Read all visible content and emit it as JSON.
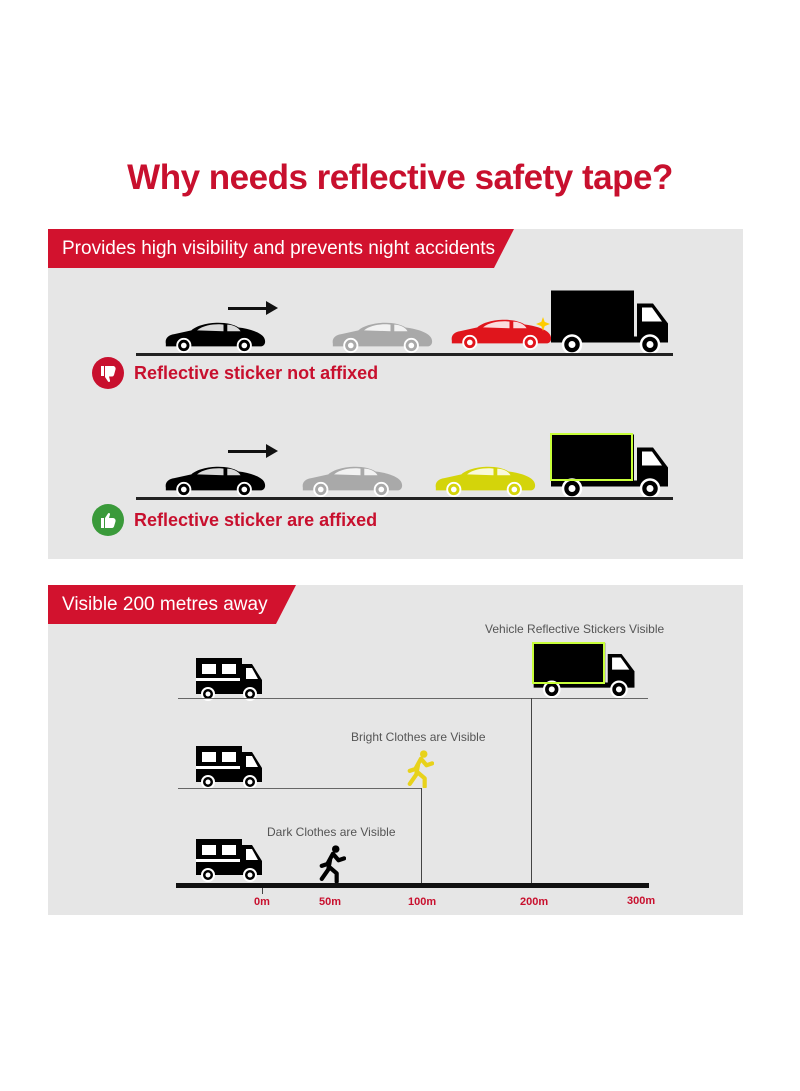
{
  "title": "Why needs reflective safety tape?",
  "section1": {
    "banner": "Provides high visibility and prevents night accidents",
    "bad_caption": "Reflective sticker not affixed",
    "good_caption": "Reflective sticker are affixed",
    "bad_icon": "thumbs-down-icon",
    "good_icon": "thumbs-up-icon"
  },
  "section2": {
    "banner": "Visible 200 metres away",
    "truck_label": "Vehicle Reflective Stickers Visible",
    "bright_label": "Bright Clothes are Visible",
    "dark_label": "Dark Clothes are Visible",
    "ticks": [
      "0m",
      "50m",
      "100m",
      "200m",
      "300m"
    ]
  },
  "colors": {
    "brand_red": "#c8102e",
    "panel_bg": "#e6e6e6",
    "reflective_yellow": "#d4d40a",
    "reflective_green": "#c8ff3a",
    "car_grey": "#a9a9a9",
    "crash_red": "#e0151c",
    "good_green": "#3a9a3a"
  }
}
